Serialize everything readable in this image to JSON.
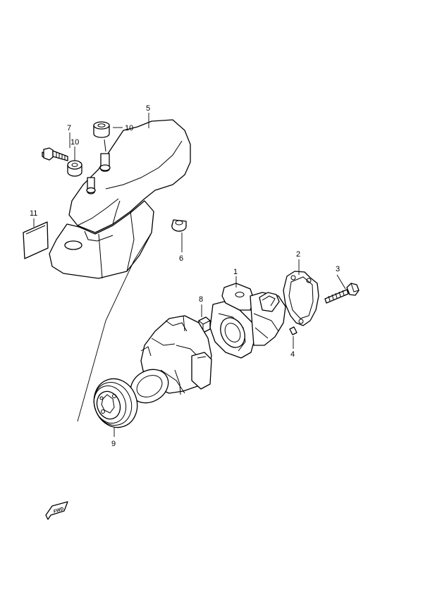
{
  "callouts": {
    "c1": "1",
    "c2": "2",
    "c3": "3",
    "c4": "4",
    "c5": "5",
    "c6": "6",
    "c7": "7",
    "c8": "8",
    "c9": "9",
    "c10a": "10",
    "c10b": "10",
    "c11": "11"
  },
  "direction_badge": {
    "label": "FWD",
    "icon": "forward-arrow-icon"
  },
  "colors": {
    "line": "#000000",
    "background": "#ffffff"
  }
}
